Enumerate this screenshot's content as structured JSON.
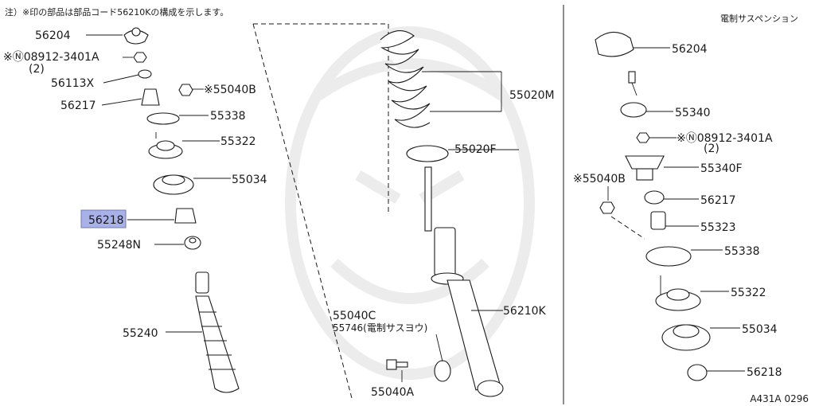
{
  "note": "注）※印の部品は部品コード56210Kの構成を示します。",
  "section_title": "電制サスペンション",
  "drawing_code": "A431A 0296",
  "highlight_color": "#a9b2e8",
  "left_labels": {
    "p56204": "56204",
    "p08912": "※Ⓝ08912-3401A",
    "p08912_qty": "(2)",
    "p56113x": "56113X",
    "p56217": "56217",
    "p55040b": "※55040B",
    "p55338": "55338",
    "p55322": "55322",
    "p55034": "55034",
    "p56218": "56218",
    "p55248n": "55248N",
    "p55240": "55240"
  },
  "center_labels": {
    "p55020m": "55020M",
    "p55020f": "55020F",
    "p55040c": "55040C",
    "p55746": "55746(電制サスヨウ)",
    "p56210k": "56210K",
    "p55040a": "55040A"
  },
  "right_labels": {
    "p56204": "56204",
    "p55340": "55340",
    "p08912": "※Ⓝ08912-3401A",
    "p08912_qty": "(2)",
    "p55340f": "55340F",
    "p55040b": "※55040B",
    "p56217": "56217",
    "p55323": "55323",
    "p55338": "55338",
    "p55322": "55322",
    "p55034": "55034",
    "p56218": "56218"
  }
}
